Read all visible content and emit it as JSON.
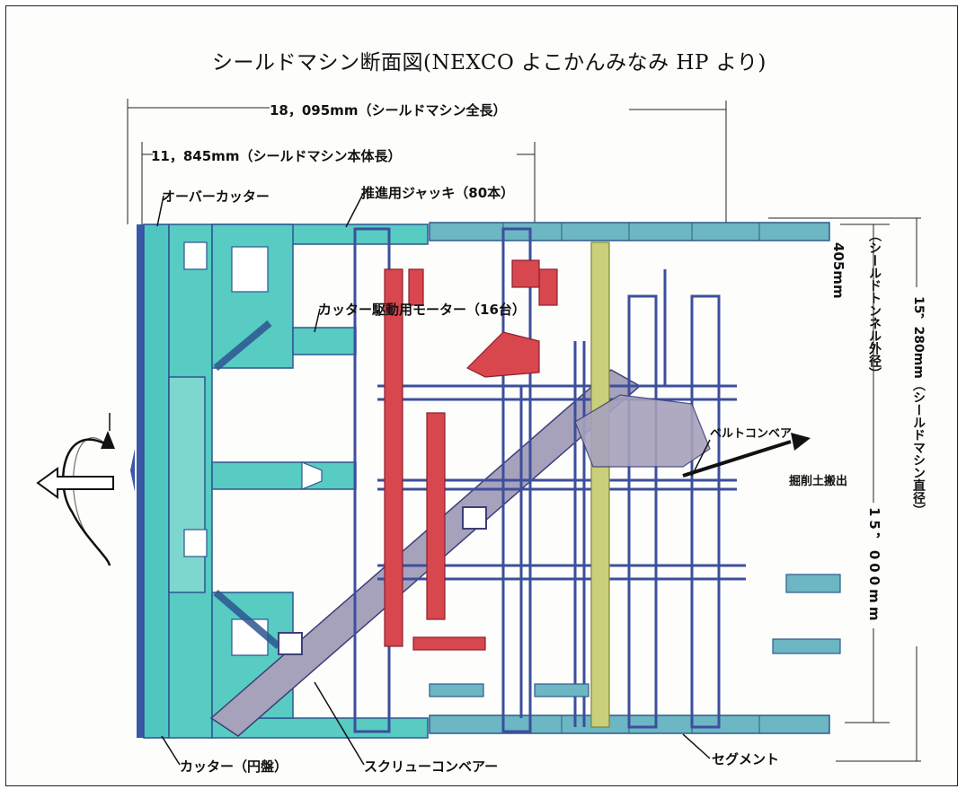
{
  "title": "シールドマシン断面図(NEXCO よこかんみなみ HP より)",
  "dimensions": {
    "total_length": "18，095mm（シールドマシン全長）",
    "body_length": "11，845mm（シールドマシン本体長）",
    "gap": "405mm",
    "tunnel_outer_dia": "（シールドトンネル外径）",
    "inner_dia": "15，000mm",
    "machine_dia": "15，280mm（シールドマシン直径）"
  },
  "labels": {
    "over_cutter": "オーバーカッター",
    "jacks": "推進用ジャッキ（80本）",
    "motors": "カッター駆動用モーター（16台）",
    "belt_conveyor": "ベルトコンベア",
    "soil_out": "掘削土搬出",
    "cutter": "カッター（円盤）",
    "screw_conveyor": "スクリューコンベアー",
    "segment": "セグメント"
  },
  "colors": {
    "cyan": "#4fc7c0",
    "red": "#d8464e",
    "olive": "#c9cf7a",
    "blue_frame": "#3c4f9c",
    "grey": "#9c9ab6"
  },
  "icons": {
    "rotation": "rotation-arrow-icon",
    "direction": "left-arrow-icon"
  }
}
